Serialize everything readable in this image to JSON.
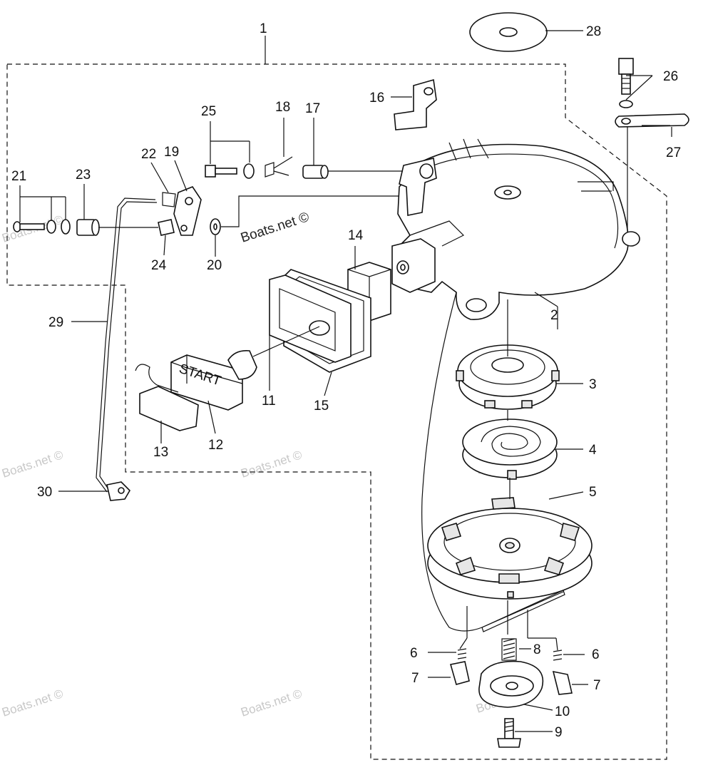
{
  "callouts": [
    "1",
    "2",
    "3",
    "4",
    "5",
    "6",
    "6",
    "7",
    "7",
    "8",
    "9",
    "10",
    "11",
    "12",
    "13",
    "14",
    "15",
    "16",
    "17",
    "18",
    "19",
    "20",
    "21",
    "22",
    "23",
    "24",
    "25",
    "26",
    "27",
    "28",
    "29",
    "30"
  ],
  "handle_text": "START",
  "watermarks": {
    "main": "Boats.net ©",
    "faint": "Boats.net ©"
  }
}
